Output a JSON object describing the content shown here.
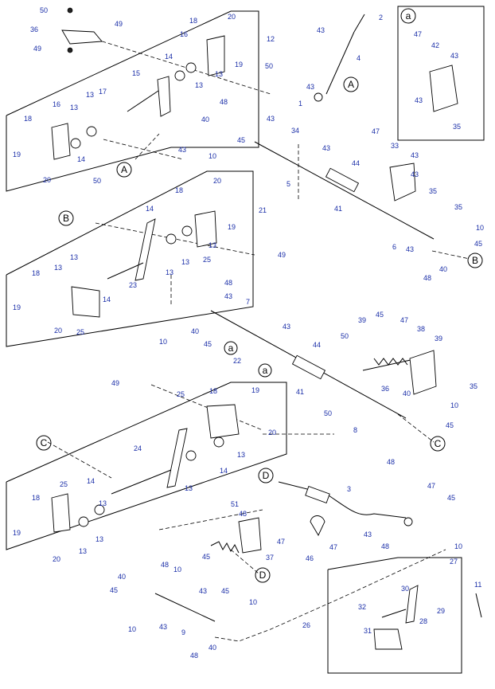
{
  "callouts": {
    "c1": "1",
    "c2": "2",
    "c3": "3",
    "c4": "4",
    "c5": "5",
    "c6": "6",
    "c7": "7",
    "c8": "8",
    "c9": "9",
    "c10": "10",
    "c11": "11",
    "c12": "12",
    "c13": "13",
    "c14": "14",
    "c15": "15",
    "c16": "16",
    "c17": "17",
    "c18": "18",
    "c19": "19",
    "c20": "20",
    "c21": "21",
    "c22": "22",
    "c23": "23",
    "c24": "24",
    "c25": "25",
    "c26": "26",
    "c27": "27",
    "c28": "28",
    "c29": "29",
    "c30": "30",
    "c31": "31",
    "c32": "32",
    "c33": "33",
    "c34": "34",
    "c35": "35",
    "c36": "36",
    "c37": "37",
    "c38": "38",
    "c39": "39",
    "c40": "40",
    "c41": "41",
    "c42": "42",
    "c43": "43",
    "c44": "44",
    "c45": "45",
    "c46": "46",
    "c47": "47",
    "c48": "48",
    "c49": "49",
    "c50": "50",
    "c51": "51"
  },
  "reference_letters": {
    "a": "a",
    "A": "A",
    "B": "B",
    "C": "C",
    "D": "D"
  },
  "detail_box_label": "a",
  "colors": {
    "callout": "#1a2ea8",
    "line": "#000000"
  }
}
